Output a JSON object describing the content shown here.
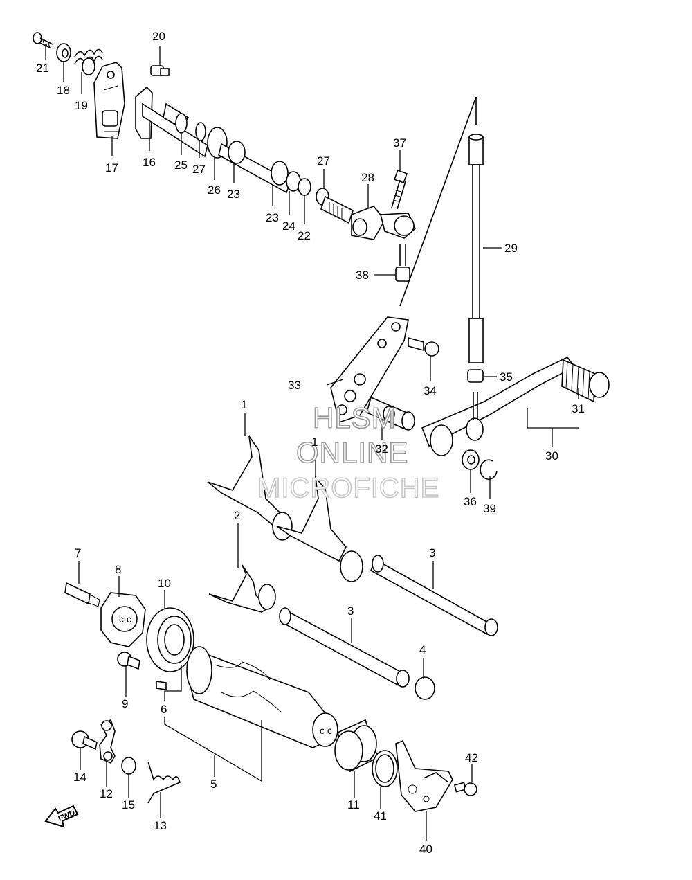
{
  "watermark": {
    "line1": "HLSM",
    "line2": "ONLINE",
    "line3": "MICROFICHE"
  },
  "direction_marker": "FWD",
  "callouts": {
    "p1a": "1",
    "p1b": "1",
    "p2": "2",
    "p3a": "3",
    "p3b": "3",
    "p4": "4",
    "p5": "5",
    "p6": "6",
    "p7": "7",
    "p8": "8",
    "p9": "9",
    "p10": "10",
    "p11": "11",
    "p12": "12",
    "p13": "13",
    "p14": "14",
    "p15": "15",
    "p16": "16",
    "p17": "17",
    "p18": "18",
    "p19": "19",
    "p20": "20",
    "p21": "21",
    "p22": "22",
    "p23a": "23",
    "p23b": "23",
    "p24": "24",
    "p25": "25",
    "p26": "26",
    "p27a": "27",
    "p27b": "27",
    "p28": "28",
    "p29": "29",
    "p30": "30",
    "p31": "31",
    "p32": "32",
    "p33": "33",
    "p34": "34",
    "p35": "35",
    "p36": "36",
    "p37": "37",
    "p38": "38",
    "p39": "39",
    "p40": "40",
    "p41": "41",
    "p42": "42"
  }
}
